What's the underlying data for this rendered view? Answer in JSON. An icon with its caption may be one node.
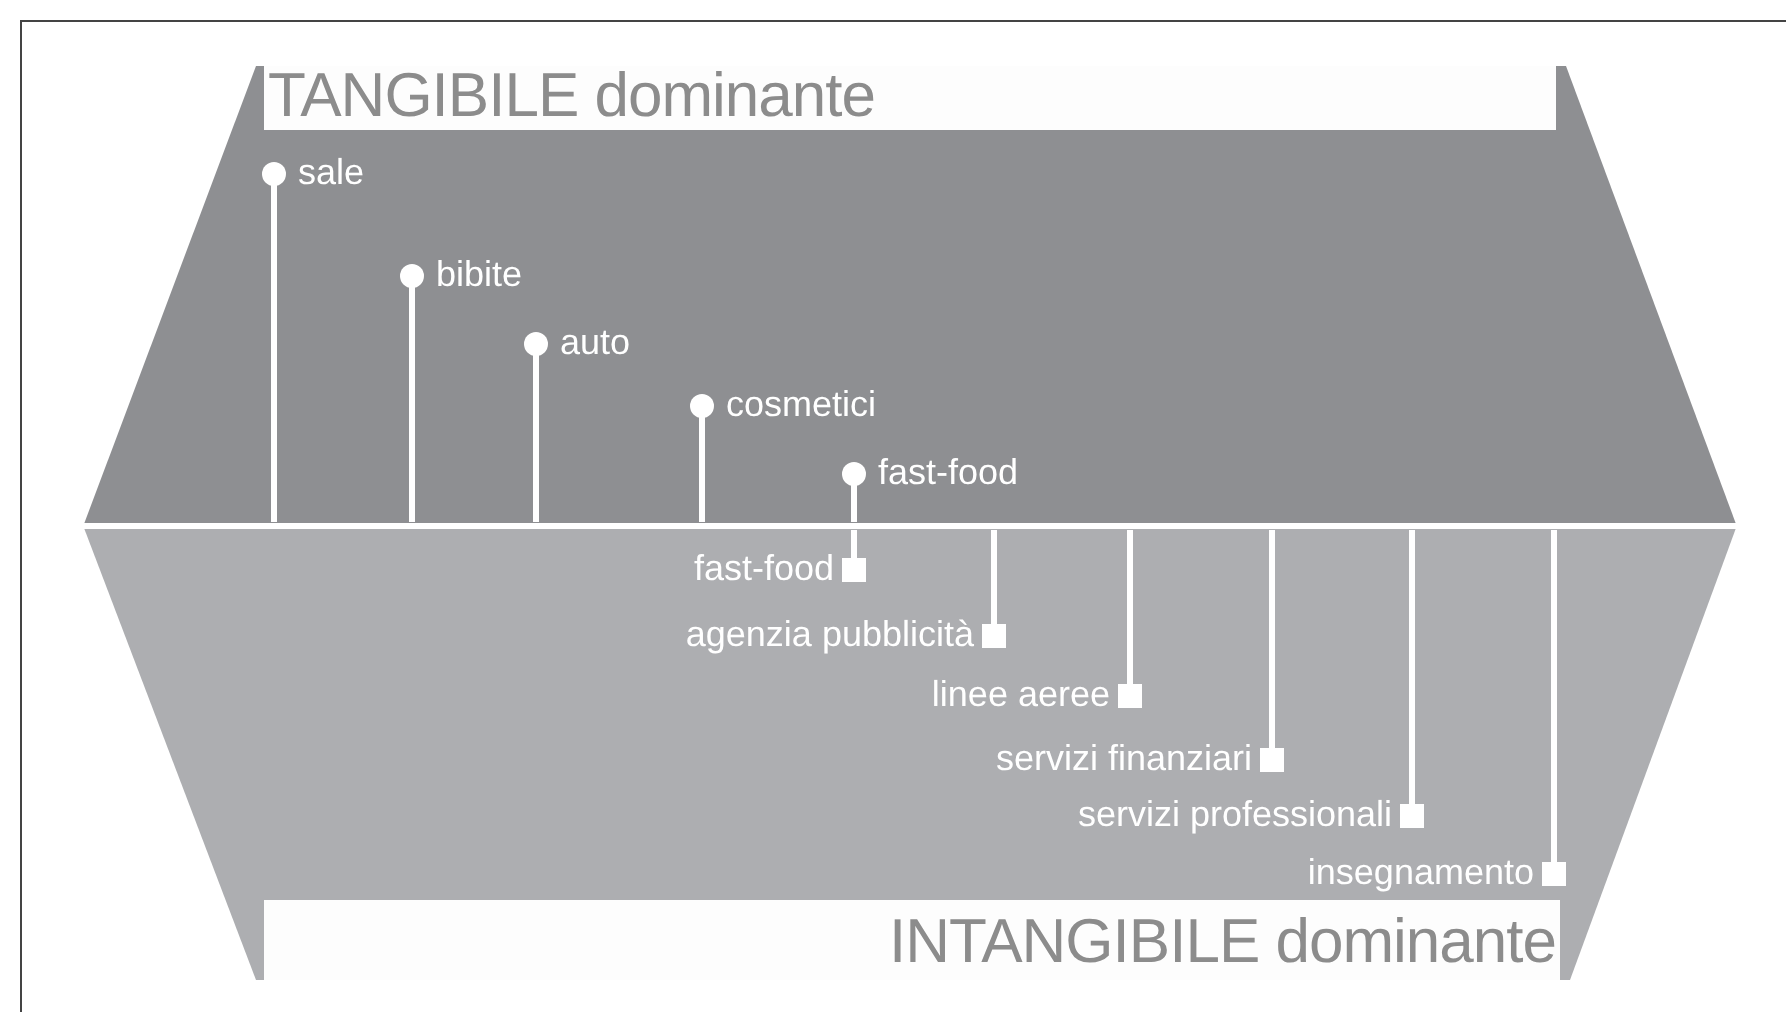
{
  "diagram": {
    "nodes": [
      {
        "text": [
          "TANGIBILE dominante"
        ]
      },
      {
        "text": [
          "INTANGIBILE dominante"
        ]
      },
      {
        "text": [
          "sale"
        ],
        "in": 0
      },
      {
        "text": [
          "bibite"
        ],
        "in": 0
      },
      {
        "text": [
          "auto"
        ],
        "in": 0
      },
      {
        "text": [
          "cosmetici"
        ],
        "in": 0
      },
      {
        "text": [
          "fast-food"
        ],
        "in": 0
      },
      {
        "text": [
          "fast-food"
        ],
        "in": 1
      },
      {
        "text": [
          "agenzia pubblicità"
        ],
        "in": 1
      },
      {
        "text": [
          "linee aeree"
        ],
        "in": 1
      },
      {
        "text": [
          "servizi finanziari"
        ],
        "in": 1
      },
      {
        "text": [
          "servizi professionali"
        ],
        "in": 1
      },
      {
        "text": [
          "insegnamento"
        ],
        "in": 1
      },
      {
        "text": [],
        "shape": "bar"
      }
    ],
    "edges": [
      {
        "from": 2,
        "to": 13,
        "arrow": "other"
      },
      {
        "from": 3,
        "to": 13,
        "arrow": "other"
      },
      {
        "from": 4,
        "to": 13,
        "arrow": "other"
      },
      {
        "from": 5,
        "to": 13,
        "arrow": "other"
      },
      {
        "from": 6,
        "to": 13,
        "arrow": "other"
      },
      {
        "from": 7,
        "to": 13,
        "arrow": "other"
      },
      {
        "from": 8,
        "to": 13,
        "arrow": "other"
      },
      {
        "from": 9,
        "to": 13,
        "arrow": "other"
      },
      {
        "from": 10,
        "to": 13,
        "arrow": "other"
      },
      {
        "from": 11,
        "to": 13,
        "arrow": "other"
      },
      {
        "from": 12,
        "to": 13,
        "arrow": "other"
      }
    ]
  }
}
